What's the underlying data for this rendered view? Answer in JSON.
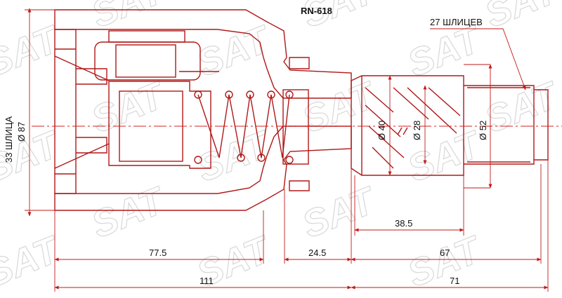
{
  "part_number": "RN-618",
  "spline_outer_label": "27 ШЛИЦЕВ",
  "spline_inner_label": "33 ШЛИЦА",
  "dia_housing": "Ø 87",
  "dia_40": "Ø 40",
  "dia_28": "Ø 28",
  "dia_52": "Ø 52",
  "dim_77_5": "77.5",
  "dim_24_5": "24.5",
  "dim_67": "67",
  "dim_38_5": "38.5",
  "dim_111": "111",
  "dim_71": "71",
  "watermark": "SAT",
  "colors": {
    "line": "#b01818",
    "dimension": "#c21a1a",
    "text": "#111111"
  }
}
